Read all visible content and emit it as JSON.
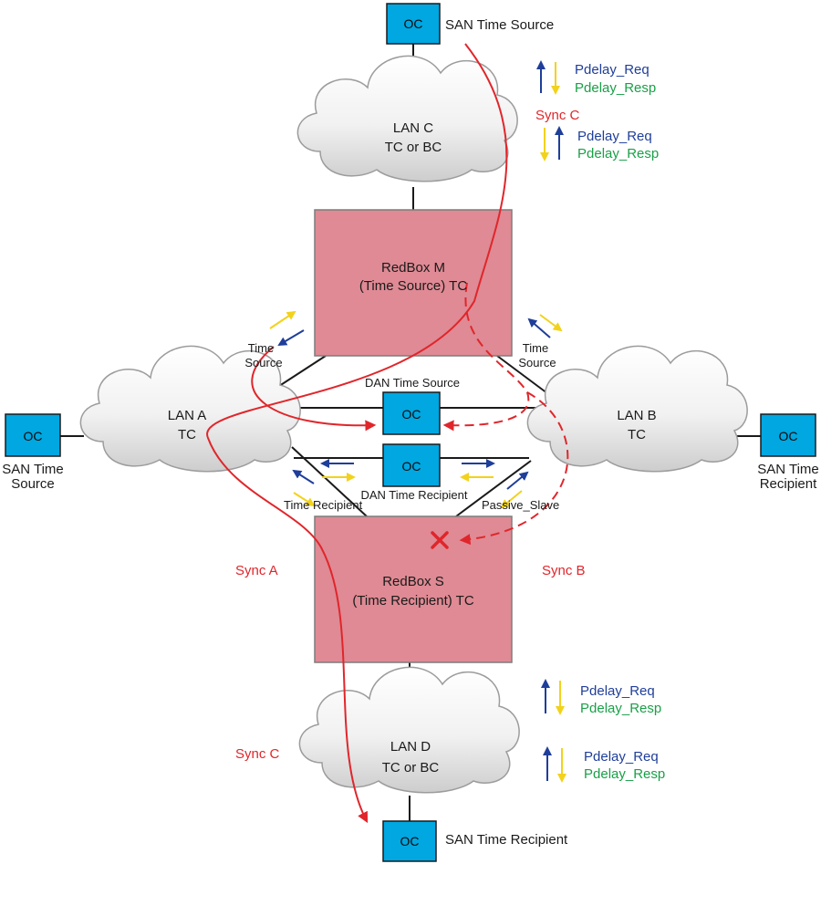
{
  "oc_label": "OC",
  "top": {
    "oc_caption": "SAN Time Source"
  },
  "bottom": {
    "oc_caption": "SAN Time Recipient"
  },
  "left": {
    "oc_caption_1": "SAN Time",
    "oc_caption_2": "Source"
  },
  "right": {
    "oc_caption_1": "SAN Time",
    "oc_caption_2": "Recipient"
  },
  "lan_c": {
    "name": "LAN C",
    "type": "TC or BC"
  },
  "lan_a": {
    "name": "LAN A",
    "type": "TC"
  },
  "lan_b": {
    "name": "LAN B",
    "type": "TC"
  },
  "lan_d": {
    "name": "LAN D",
    "type": "TC or BC"
  },
  "redbox_m": {
    "line1": "RedBox M",
    "line2": "(Time Source) TC"
  },
  "redbox_s": {
    "line1": "RedBox S",
    "line2": "(Time Recipient) TC"
  },
  "dan_source": {
    "caption": "DAN Time Source"
  },
  "dan_recipient": {
    "caption": "DAN Time Recipient"
  },
  "port_labels": {
    "time_source_1": "Time",
    "time_source_2": "Source",
    "time_recipient": "Time Recipient",
    "passive_slave": "Passive_Slave"
  },
  "sync_labels": {
    "sync_a": "Sync A",
    "sync_b": "Sync B",
    "sync_c_top": "Sync C",
    "sync_c_bottom": "Sync C"
  },
  "messages": {
    "req": "Pdelay_Req",
    "resp": "Pdelay_Resp"
  },
  "colors": {
    "oc_fill": "#00a7e1",
    "redbox_fill": "#df8a94",
    "sync_path": "#e0262b",
    "req_arrow": "#1f3e9a",
    "resp_arrow": "#f2d21b",
    "req_text": "#1f3e9a",
    "resp_text": "#19a047"
  }
}
